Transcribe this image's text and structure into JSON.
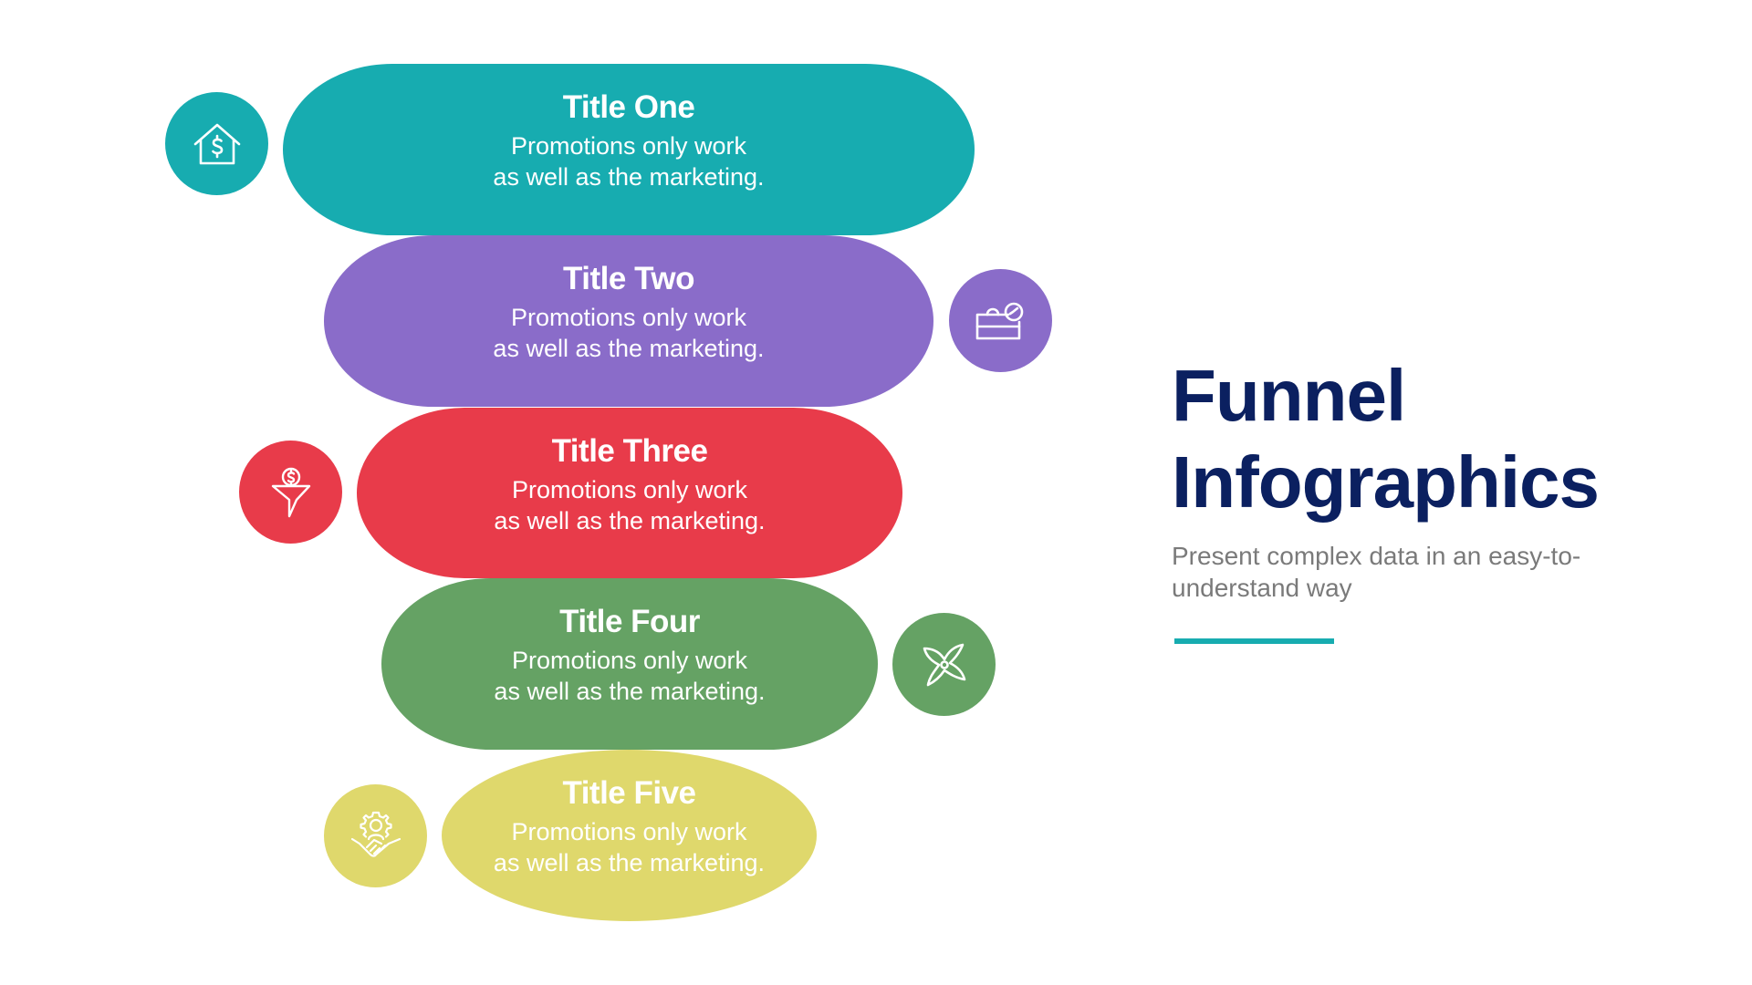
{
  "slide": {
    "title_line1": "Funnel",
    "title_line2": "Infographics",
    "subtitle": "Present complex data in an easy-to-understand way",
    "accent_color": "#17ACB0",
    "title_color": "#0B2060"
  },
  "funnel": {
    "stages": [
      {
        "title": "Title One",
        "line1": "Promotions only work",
        "line2": "as well as the marketing.",
        "color": "#17ACB0",
        "icon": "house-dollar-icon"
      },
      {
        "title": "Title Two",
        "line1": "Promotions only work",
        "line2": "as well as the marketing.",
        "color": "#8A6CC9",
        "icon": "briefcase-clock-icon"
      },
      {
        "title": "Title Three",
        "line1": "Promotions only work",
        "line2": "as well as the marketing.",
        "color": "#E83B4A",
        "icon": "funnel-dollar-icon"
      },
      {
        "title": "Title Four",
        "line1": "Promotions only work",
        "line2": "as well as the marketing.",
        "color": "#65A264",
        "icon": "shuriken-star-icon"
      },
      {
        "title": "Title Five",
        "line1": "Promotions only work",
        "line2": "as well as the marketing.",
        "color": "#DFD86C",
        "icon": "handshake-gear-icon"
      }
    ]
  }
}
